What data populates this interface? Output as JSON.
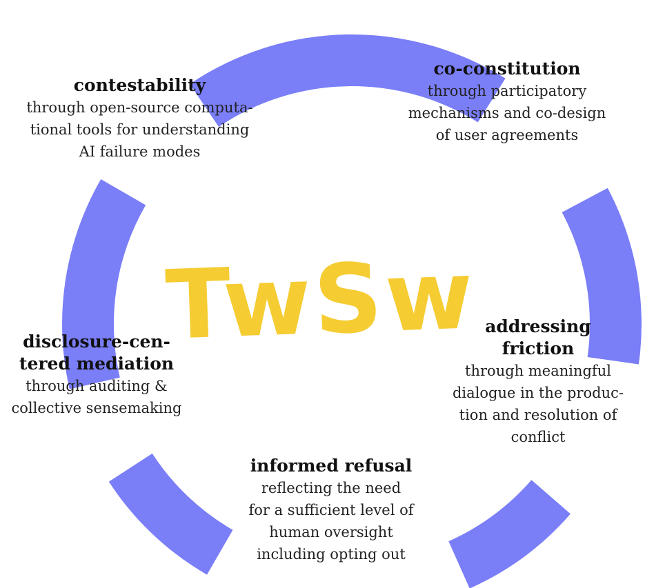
{
  "colors": {
    "ring": "#7a7ef7",
    "center": "#f5cc32"
  },
  "center_label": "TwSw",
  "sections": {
    "contestability": {
      "title": "contestability",
      "lines": [
        "through open-source computa-",
        "tional tools for understanding",
        "AI failure modes"
      ]
    },
    "co_constitution": {
      "title": "co-constitution",
      "lines": [
        "through participatory",
        "mechanisms and co-design",
        "of user agreements"
      ]
    },
    "addressing_friction": {
      "title_lines": [
        "addressing",
        "friction"
      ],
      "lines": [
        "through meaningful",
        "dialogue in the produc-",
        "tion and resolution of",
        "conflict"
      ]
    },
    "informed_refusal": {
      "title": "informed refusal",
      "lines": [
        "reflecting the need",
        "for a sufficient level of",
        "human oversight",
        "including opting out"
      ]
    },
    "disclosure": {
      "title_lines": [
        "disclosure-cen-",
        "tered mediation"
      ],
      "lines": [
        "through auditing &",
        "collective sensemaking"
      ]
    }
  }
}
